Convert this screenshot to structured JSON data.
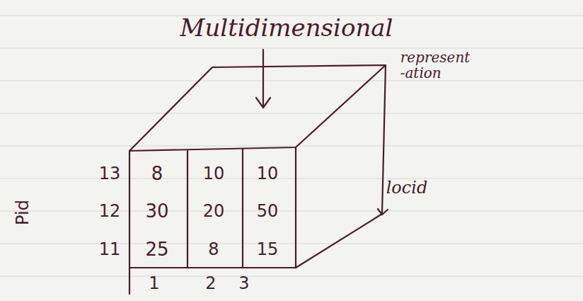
{
  "diagram": {
    "labels": [
      "Multidimensional",
      "represent -ation",
      "Pid",
      "locid",
      "13",
      "12",
      "11",
      "8",
      "10",
      "10",
      "30",
      "20",
      "50",
      "25",
      "8",
      "15",
      "1",
      "2",
      "3"
    ]
  }
}
